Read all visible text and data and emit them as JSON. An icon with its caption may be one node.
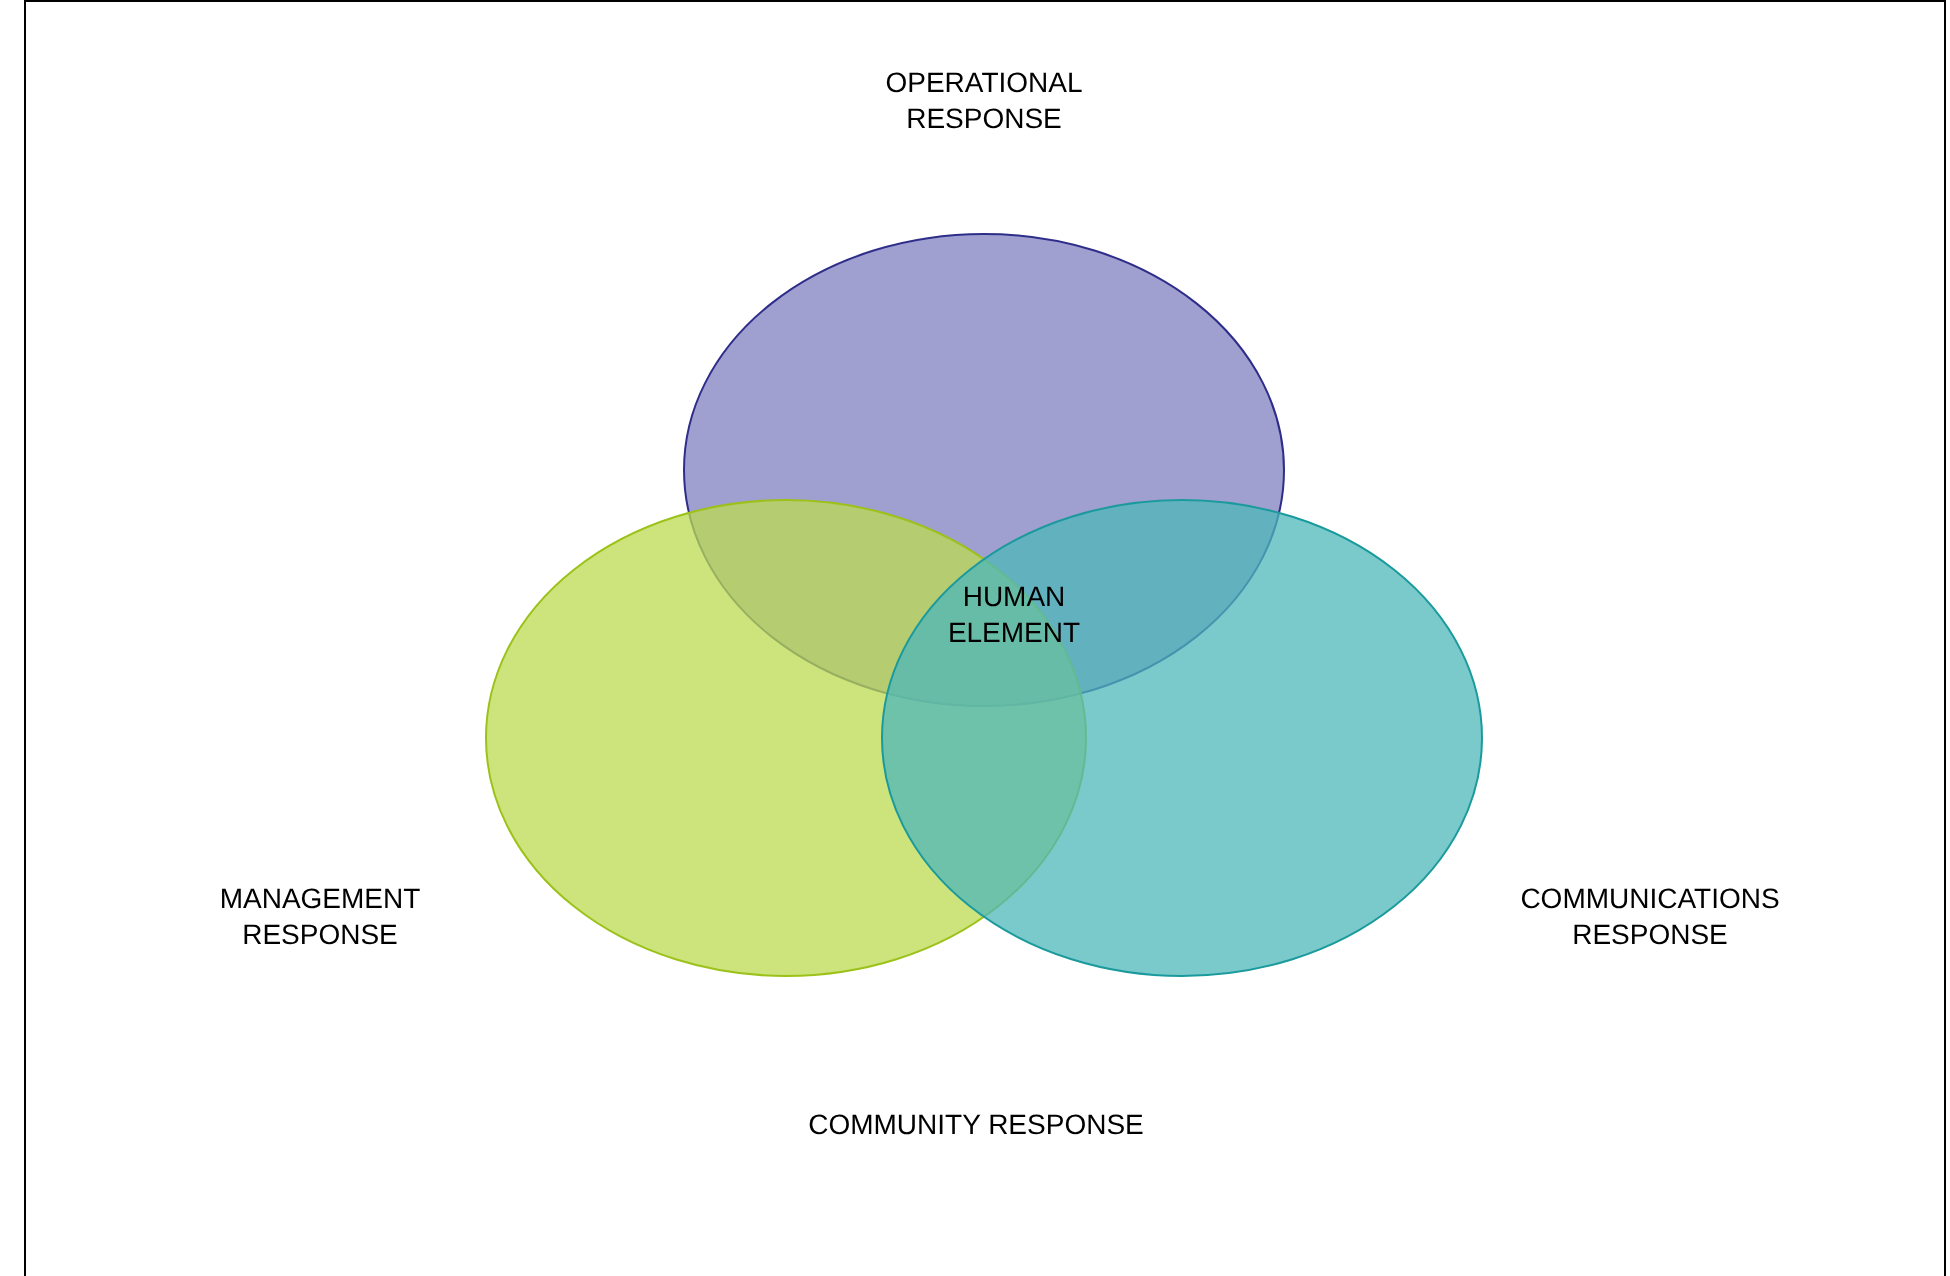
{
  "diagram": {
    "nodes": [
      {
        "text": [
          "OPERATIONAL RESPONSE"
        ]
      },
      {
        "text": [
          "MANAGEMENT RESPONSE"
        ]
      },
      {
        "text": [
          "COMMUNICATIONS RESPONSE"
        ]
      }
    ],
    "labels": [
      "HUMAN ELEMENT",
      "COMMUNITY RESPONSE"
    ]
  }
}
